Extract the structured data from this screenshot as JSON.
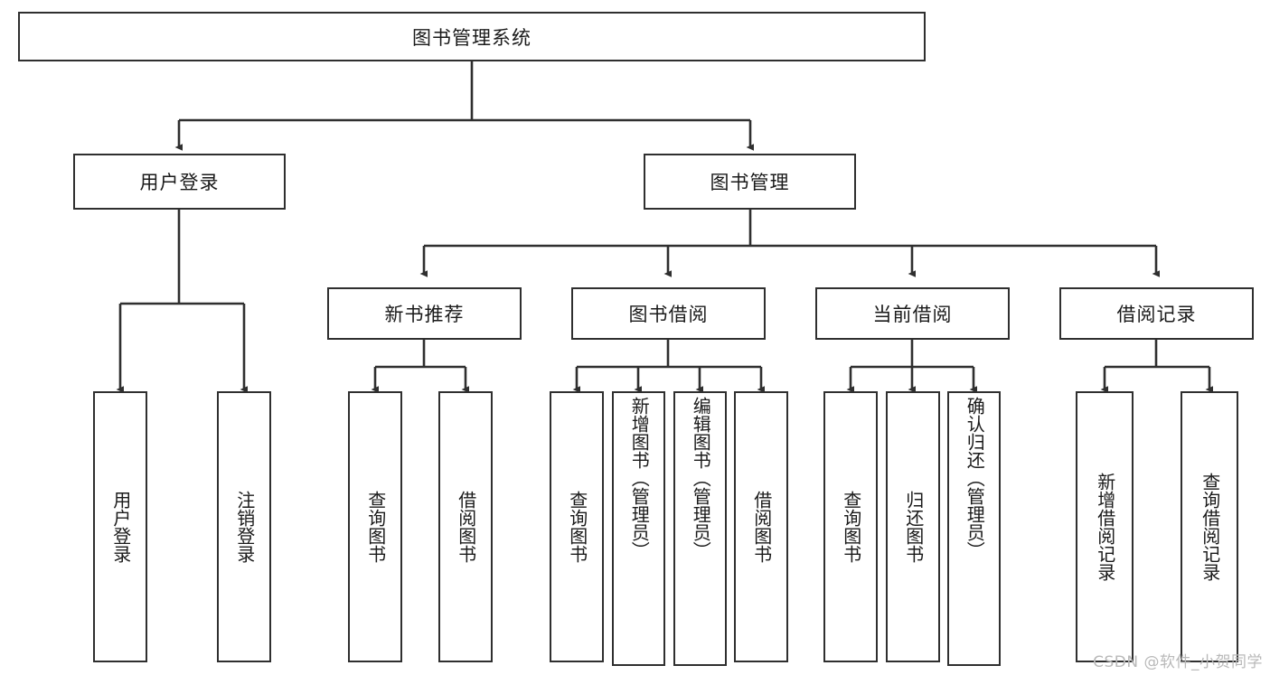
{
  "diagram": {
    "title": "图书管理系统",
    "type": "tree-hierarchy-chart",
    "root": {
      "label": "图书管理系统"
    },
    "level2": [
      {
        "label": "用户登录"
      },
      {
        "label": "图书管理"
      }
    ],
    "level3": [
      {
        "label": "新书推荐"
      },
      {
        "label": "图书借阅"
      },
      {
        "label": "当前借阅"
      },
      {
        "label": "借阅记录"
      }
    ],
    "leaves": {
      "user_login": [
        {
          "label": "用户登录"
        },
        {
          "label": "注销登录"
        }
      ],
      "new_book_recommend": [
        {
          "label": "查询图书"
        },
        {
          "label": "借阅图书"
        }
      ],
      "book_borrow": [
        {
          "label": "查询图书"
        },
        {
          "label": "新增图书（管理员）"
        },
        {
          "label": "编辑图书（管理员）"
        },
        {
          "label": "借阅图书"
        }
      ],
      "current_borrow": [
        {
          "label": "查询图书"
        },
        {
          "label": "归还图书"
        },
        {
          "label": "确认归还（管理员）"
        }
      ],
      "borrow_records": [
        {
          "label": "新增借阅记录"
        },
        {
          "label": "查询借阅记录"
        }
      ]
    },
    "watermark": "CSDN @软件_小贺同学",
    "colors": {
      "stroke": "#2f2f2f",
      "fill": "#ffffff",
      "text": "#1a1a1a",
      "watermark": "#b9b9b9"
    }
  }
}
